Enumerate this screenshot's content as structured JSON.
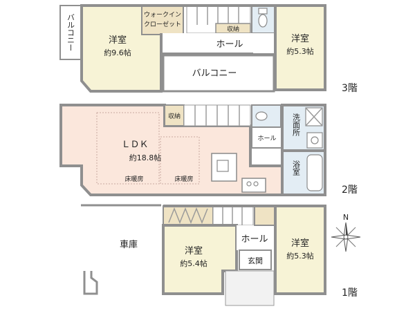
{
  "colors": {
    "wall": "#8f8f8f",
    "room_fill": "#f7f3d6",
    "ldk_fill": "#fbe7dc",
    "wet_fill": "#e3edf4",
    "closet_fill": "#efe3c4",
    "balcony_fill": "#ffffff",
    "text": "#222222"
  },
  "floors": {
    "f3": {
      "label": "3階",
      "balcony_left": "バルコニー",
      "closet_walkin": [
        "ウォークイン",
        "クローゼット"
      ],
      "storage": "収納",
      "hall": "ホール",
      "room_west": {
        "name": "洋室",
        "size": "約9.6帖"
      },
      "room_east": {
        "name": "洋室",
        "size": "約5.3帖"
      },
      "balcony_center": "バルコニー"
    },
    "f2": {
      "label": "2階",
      "storage": "収納",
      "hall": "ホール",
      "ldk": {
        "name": "ＬＤＫ",
        "size": "約18.8帖"
      },
      "floor_heating_1": "床暖房",
      "floor_heating_2": "床暖房",
      "washroom": "洗面所",
      "bathroom": "浴室"
    },
    "f1": {
      "label": "1階",
      "garage": "車庫",
      "hall": "ホール",
      "entrance": "玄関",
      "room_west": {
        "name": "洋室",
        "size": "約5.4帖"
      },
      "room_east": {
        "name": "洋室",
        "size": "約5.3帖"
      }
    }
  },
  "compass": {
    "north": "N"
  }
}
